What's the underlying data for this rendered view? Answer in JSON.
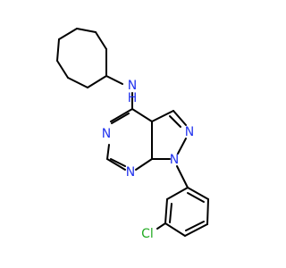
{
  "molecule": {
    "atoms": {
      "n_amine": "N",
      "h_amine": "H",
      "n_pyrimidine_top": "N",
      "n_pyrimidine_bottom": "N",
      "n_pyrazole_ring": "N",
      "n_pyrazole_n1": "N",
      "chlorine": "Cl"
    }
  },
  "colors": {
    "bond": "#000000",
    "nitrogen": "#2233ee",
    "chlorine": "#22aa22",
    "background": "#ffffff"
  }
}
